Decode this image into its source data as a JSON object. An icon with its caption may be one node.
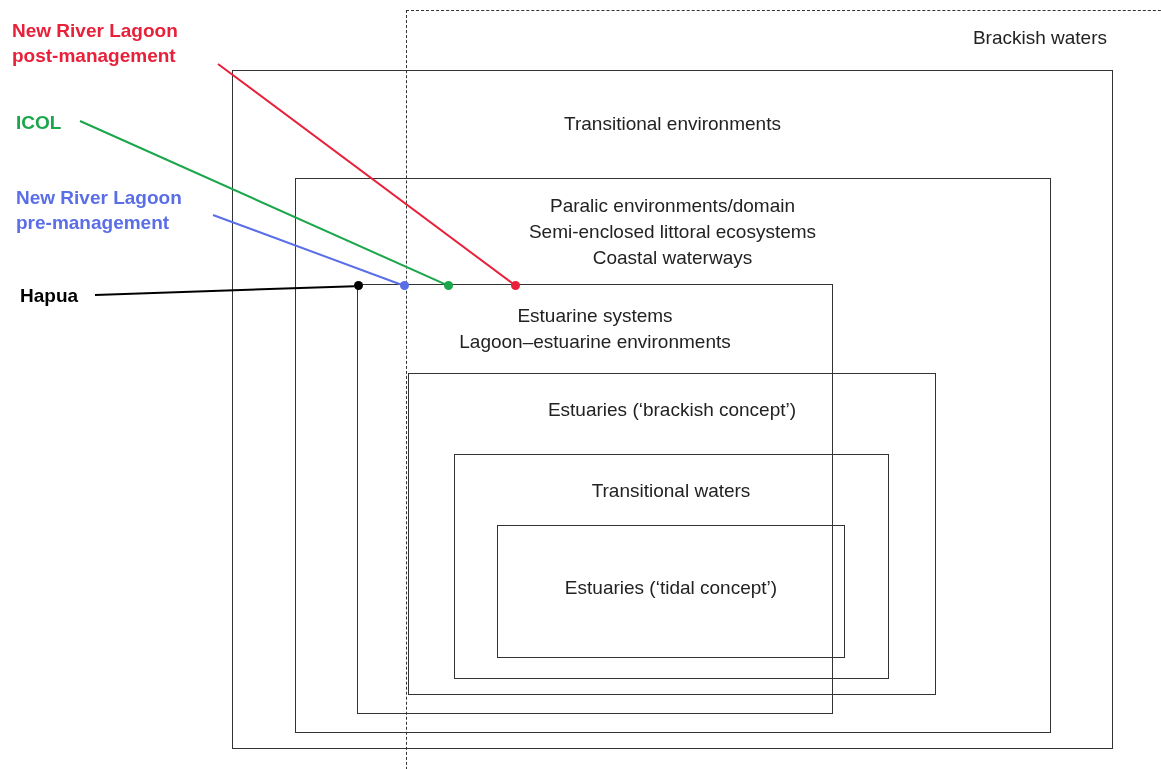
{
  "diagram": {
    "nodes": [
      {
        "text": [
          "Brackish waters"
        ]
      },
      {
        "text": [
          "Transitional environments"
        ]
      },
      {
        "text": [
          "Paralic environments/domain",
          "Semi-enclosed littoral ecosystems",
          "Coastal waterways"
        ],
        "in": 1
      },
      {
        "text": [
          "Estuarine systems",
          "Lagoon–estuarine environments"
        ],
        "in": 2
      },
      {
        "text": [
          "Estuaries (‘brackish concept’)"
        ],
        "in": 2
      },
      {
        "text": [
          "Transitional waters"
        ],
        "in": 4
      },
      {
        "text": [
          "Estuaries (‘tidal concept’)"
        ],
        "in": 5
      },
      {
        "text": [
          "New River Lagoon post-management"
        ]
      },
      {
        "text": [
          "ICOL"
        ]
      },
      {
        "text": [
          "New River Lagoon pre-management"
        ]
      },
      {
        "text": [
          "Hapua"
        ]
      },
      {
        "text": [],
        "shape": "circle",
        "in": 2
      },
      {
        "text": [],
        "shape": "circle",
        "in": 2
      },
      {
        "text": [],
        "shape": "circle",
        "in": 2
      },
      {
        "text": [],
        "shape": "circle",
        "in": 2
      }
    ],
    "edges": [
      {
        "from": 7,
        "to": 14,
        "arrow": "none",
        "color": "#e8203a"
      },
      {
        "from": 8,
        "to": 13,
        "arrow": "none",
        "color": "#1aa64a"
      },
      {
        "from": 9,
        "to": 12,
        "arrow": "none",
        "color": "#5a6ee8"
      },
      {
        "from": 10,
        "to": 11,
        "arrow": "none",
        "color": "#000000"
      }
    ]
  }
}
